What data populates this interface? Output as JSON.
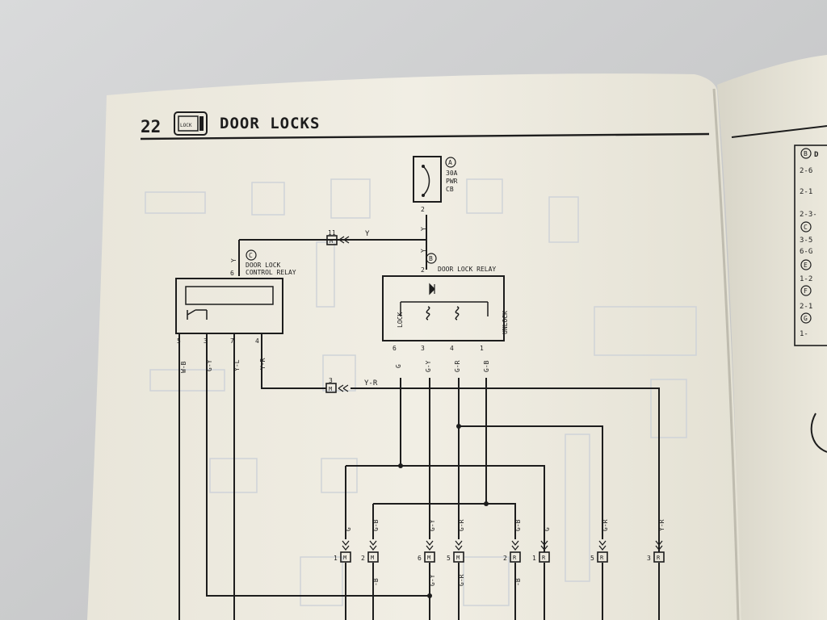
{
  "page": {
    "number": "22",
    "title": "DOOR LOCKS",
    "icon_label": "LOCK",
    "icon_name": "door-lock-icon"
  },
  "components": {
    "circuit_breaker": {
      "id": "A",
      "lines": [
        "30A",
        "PWR",
        "CB"
      ],
      "pin": "2"
    },
    "door_lock_relay": {
      "id": "B",
      "label": "DOOR LOCK RELAY",
      "top_pin": "2",
      "switch_left": "LOCK",
      "switch_right": "UNLOCK",
      "pins": [
        "6",
        "3",
        "4",
        "1"
      ],
      "pin_wires": [
        "G",
        "G-Y",
        "G-R",
        "G-B"
      ]
    },
    "control_relay": {
      "id": "C",
      "label_lines": [
        "DOOR LOCK",
        "CONTROL RELAY"
      ],
      "top_pin": "6",
      "pins": [
        "5",
        "3",
        "7",
        "4"
      ],
      "pin_wires": [
        "W-B",
        "G-Y",
        "Y-L",
        "Y-R"
      ]
    }
  },
  "wires": {
    "y_main_1": "Y",
    "y_main_2": "Y",
    "y_relay": "Y",
    "y_feed": "Y",
    "y_ctrl": "Y",
    "y_r_run": "Y-R"
  },
  "connectors": {
    "m11": {
      "num": "11",
      "code": "M"
    },
    "m3": {
      "num": "3",
      "code": "M"
    },
    "bottom": [
      {
        "num": "1",
        "code": "M",
        "wire": "G",
        "wire2": ""
      },
      {
        "num": "2",
        "code": "M",
        "wire": "G-B",
        "wire2": "-B"
      },
      {
        "num": "6",
        "code": "M",
        "wire": "G-Y",
        "wire2": "G-Y"
      },
      {
        "num": "5",
        "code": "M",
        "wire": "G-R",
        "wire2": "G-R"
      },
      {
        "num": "2",
        "code": "R",
        "wire": "G-B",
        "wire2": "-B"
      },
      {
        "num": "1",
        "code": "R",
        "wire": "G",
        "wire2": ""
      },
      {
        "num": "5",
        "code": "R",
        "wire": "G-R",
        "wire2": ""
      },
      {
        "num": "3",
        "code": "R",
        "wire": "Y-R",
        "wire2": ""
      }
    ]
  },
  "right_page": {
    "items": [
      {
        "letter": "B",
        "text": "D"
      },
      {
        "letter": "",
        "text": "2-6"
      },
      {
        "letter": "",
        "text": "2-1"
      },
      {
        "letter": "",
        "text": "2-3-"
      },
      {
        "letter": "C",
        "text": ""
      },
      {
        "letter": "",
        "text": "3-5"
      },
      {
        "letter": "",
        "text": "6-G"
      },
      {
        "letter": "E",
        "text": ""
      },
      {
        "letter": "",
        "text": "1-2"
      },
      {
        "letter": "F",
        "text": ""
      },
      {
        "letter": "",
        "text": "2-1"
      },
      {
        "letter": "G",
        "text": ""
      },
      {
        "letter": "",
        "text": "1-"
      }
    ]
  },
  "colors": {
    "paper": "#efece1",
    "ink": "#1d1d1d",
    "background": "#c9cacb",
    "ghost": "#cfd3d8"
  }
}
